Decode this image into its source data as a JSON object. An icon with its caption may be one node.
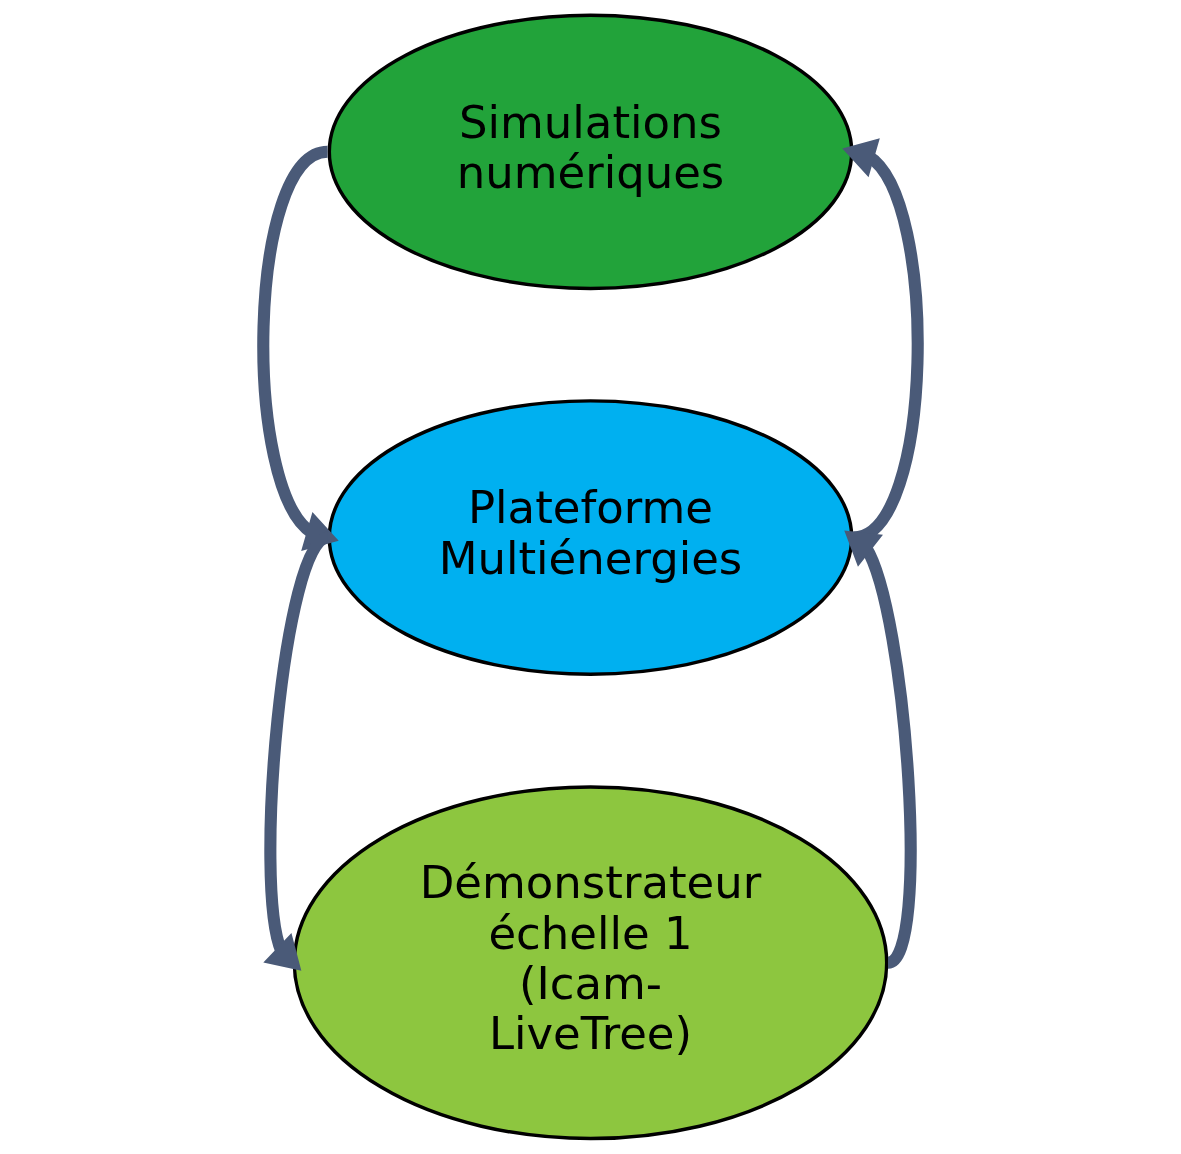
{
  "diagram": {
    "nodes": [
      {
        "text": [
          "Simulations numériques"
        ]
      },
      {
        "text": [
          "Plateforme Multiénergies"
        ]
      },
      {
        "text": [
          "Démonstrateur échelle 1 (Icam-LiveTree)"
        ]
      }
    ],
    "edges": [
      {
        "from": 0,
        "to": 1,
        "arrow": "to"
      },
      {
        "from": 1,
        "to": 0,
        "arrow": "to"
      },
      {
        "from": 1,
        "to": 2,
        "arrow": "to"
      },
      {
        "from": 2,
        "to": 1,
        "arrow": "to"
      }
    ]
  }
}
